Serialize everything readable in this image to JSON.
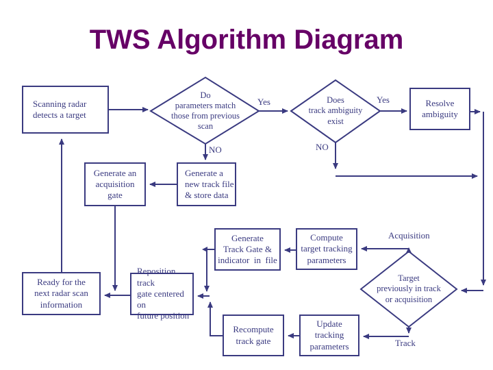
{
  "title": "TWS Algorithm Diagram",
  "colors": {
    "title_text": "#660066",
    "line": "#3A3A80",
    "node_text": "#3A3A80",
    "background": "#FFFFFF"
  },
  "nodes": {
    "scanning_radar": "Scanning radar\ndetects a target",
    "resolve_ambiguity": "Resolve\nambiguity",
    "generate_acquisition_gate": "Generate an\nacquisition\ngate",
    "generate_new_track_file": "Generate a\nnew track file\n& store data",
    "generate_track_gate": "Generate\nTrack Gate &\nindicator  in  file",
    "compute_target_tracking": "Compute\ntarget tracking\nparameters",
    "ready_next_scan": "Ready for the\nnext radar scan\ninformation",
    "reposition_track_gate": "Reposition track\ngate centered on\nfuture position",
    "recompute_track_gate": "Recompute\ntrack gate",
    "update_tracking_parameters": "Update\ntracking\nparameters"
  },
  "decisions": {
    "parameters_match": "Do\nparameters match\nthose from previous\nscan",
    "track_ambiguity": "Does\ntrack ambiguity\nexist",
    "target_previously": "Target\npreviously in track\nor acquisition"
  },
  "edge_labels": {
    "yes_match": "Yes",
    "yes_ambiguity": "Yes",
    "no_match": "NO",
    "no_ambiguity": "NO",
    "acquisition": "Acquisition",
    "track": "Track"
  }
}
